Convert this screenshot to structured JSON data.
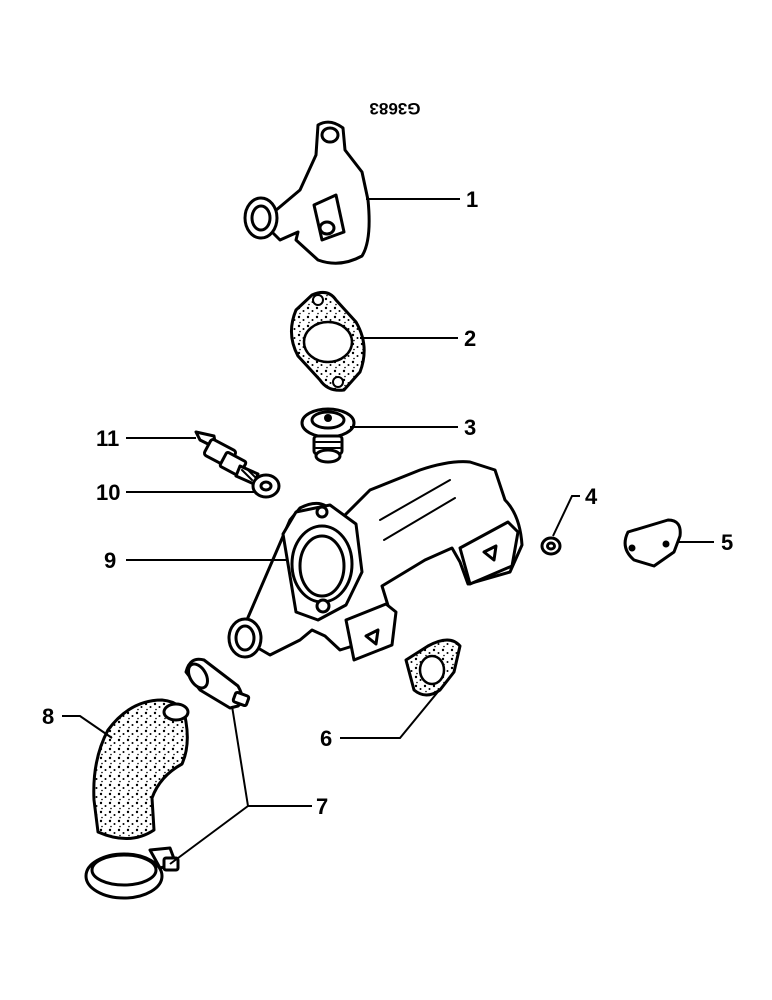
{
  "drawing_code": "G3683",
  "callouts": [
    {
      "label": "1"
    },
    {
      "label": "2"
    },
    {
      "label": "3"
    },
    {
      "label": "4"
    },
    {
      "label": "5"
    },
    {
      "label": "6"
    },
    {
      "label": "7"
    },
    {
      "label": "8"
    },
    {
      "label": "9"
    },
    {
      "label": "10"
    },
    {
      "label": "11"
    }
  ],
  "colors": {
    "ink": "#000000",
    "paper": "#ffffff"
  }
}
